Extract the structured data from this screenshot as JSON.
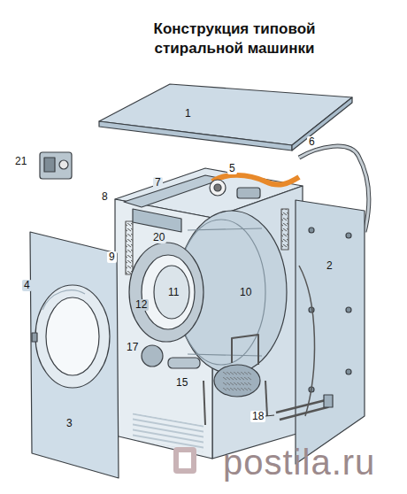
{
  "diagram": {
    "title": "Конструкция типовой стиральной машинки",
    "labels": [
      "1",
      "21",
      "7",
      "5",
      "6",
      "8",
      "20",
      "9",
      "4",
      "2",
      "11",
      "12",
      "10",
      "17",
      "15",
      "3",
      "18",
      "postila.ru"
    ]
  }
}
